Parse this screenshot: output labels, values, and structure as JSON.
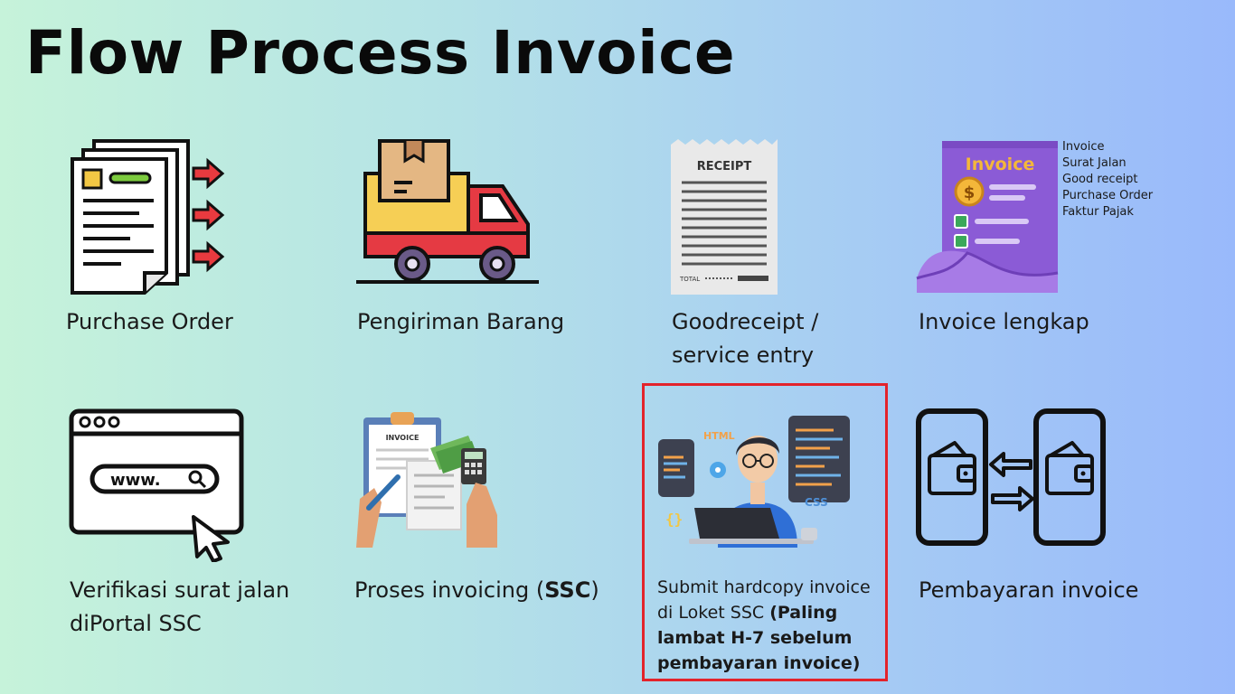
{
  "title": "Flow Process Invoice",
  "steps": [
    {
      "label_lines": [
        "Purchase Order"
      ],
      "icon": "purchase-order-documents-icon"
    },
    {
      "label_lines": [
        "Pengiriman Barang"
      ],
      "icon": "delivery-truck-icon"
    },
    {
      "label_lines": [
        "Goodreceipt  /",
        "service entry"
      ],
      "icon": "receipt-icon",
      "icon_text": {
        "header": "RECEIPT",
        "total": "TOTAL"
      }
    },
    {
      "label_lines": [
        "Invoice lengkap"
      ],
      "icon": "invoice-scroll-icon",
      "icon_text": {
        "header": "Invoice",
        "currency": "$"
      },
      "checklist": [
        "Invoice",
        "Surat Jalan",
        "Good receipt",
        "Purchase Order",
        "Faktur Pajak"
      ]
    },
    {
      "label_lines": [
        "Verifikasi surat jalan",
        "diPortal SSC"
      ],
      "icon": "web-browser-icon",
      "icon_text": {
        "url": "www."
      }
    },
    {
      "label_prefix": "Proses invoicing (",
      "label_bold": "SSC",
      "label_suffix": ")",
      "icon": "invoicing-clipboard-icon",
      "icon_text": {
        "header": "INVOICE"
      }
    },
    {
      "label_prefix": "Submit hardcopy invoice di Loket SSC ",
      "label_bold": "(Paling lambat H-7 sebelum pembayaran invoice)",
      "icon": "developer-laptop-icon",
      "icon_text": {
        "html": "HTML",
        "css": "CSS"
      },
      "highlight_color": "#e3232b"
    },
    {
      "label_lines": [
        "Pembayaran invoice"
      ],
      "icon": "phone-wallet-transfer-icon"
    }
  ]
}
